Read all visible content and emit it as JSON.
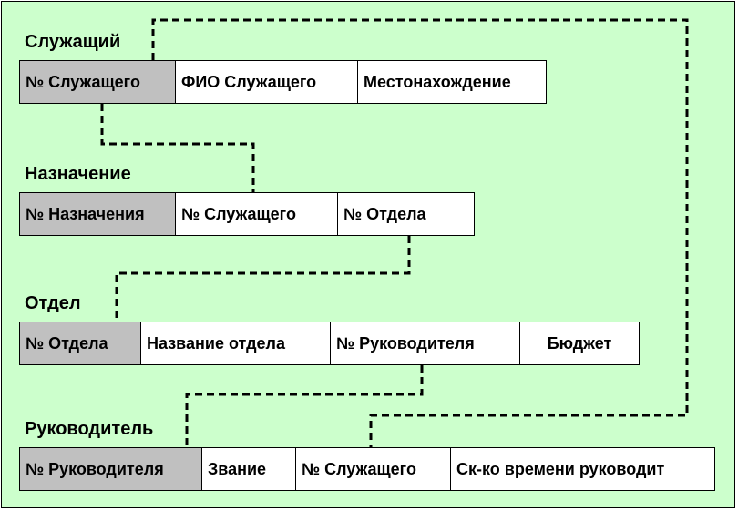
{
  "tables": [
    {
      "name": "Служащий",
      "fields": [
        "№ Служащего",
        "ФИО Служащего",
        "Местонахождение"
      ]
    },
    {
      "name": "Назначение",
      "fields": [
        "№ Назначения",
        "№ Служащего",
        "№ Отдела"
      ]
    },
    {
      "name": "Отдел",
      "fields": [
        "№ Отдела",
        "Название отдела",
        "№ Руководителя",
        "Бюджет"
      ]
    },
    {
      "name": "Руководитель",
      "fields": [
        "№ Руководителя",
        "Звание",
        "№ Служащего",
        "Ск-ко времени руководит"
      ]
    }
  ],
  "colors": {
    "background": "#ccffcc",
    "key_field": "#c0c0c0",
    "field": "#ffffff",
    "line": "#000000"
  }
}
